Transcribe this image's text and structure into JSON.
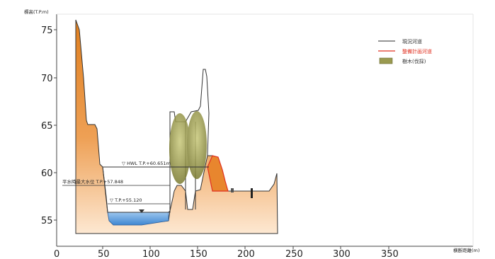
{
  "axis": {
    "y_title": "標高(T.P.m)",
    "x_title": "横断距離(m)",
    "y_ticks": [
      "75",
      "70",
      "65",
      "60",
      "55"
    ],
    "x_ticks": [
      "0",
      "50",
      "100",
      "150",
      "200",
      "250",
      "300",
      "350"
    ]
  },
  "water_levels": {
    "hwl_label": "▽ HWL T.P.+60.651m",
    "normal_label": "平水時最大水位 T.P.+57.848",
    "low_label": "▽ T.P.+55.120"
  },
  "legend": {
    "items": [
      {
        "label": "現況河道",
        "color": "#555555"
      },
      {
        "label": "整備計画河道",
        "color": "#e03020"
      },
      {
        "label": "樹木(伐採)",
        "color": "#6b6b35"
      }
    ]
  },
  "colors": {
    "ground": "#e8963a",
    "water": "#4a90d9",
    "trees": "#8a8a3a",
    "plan": "#e03020"
  }
}
